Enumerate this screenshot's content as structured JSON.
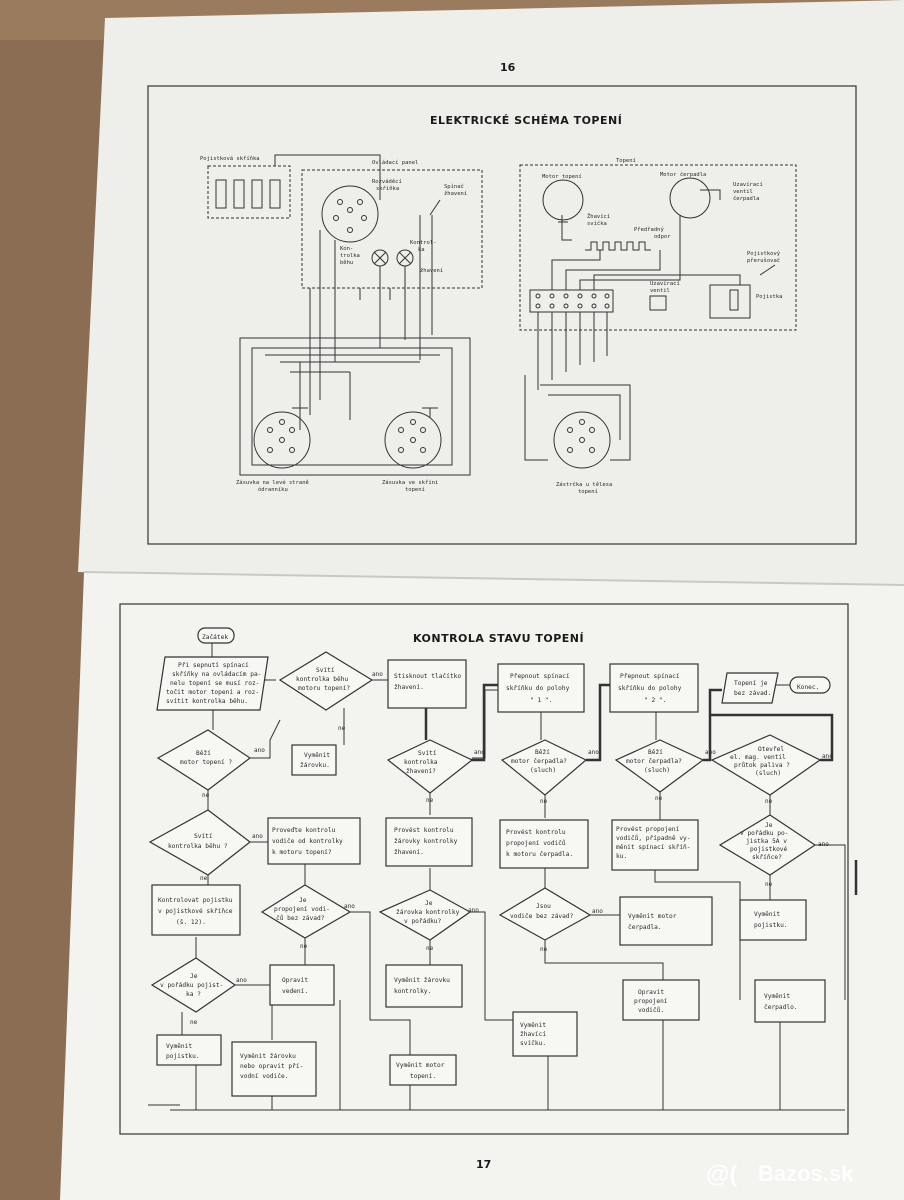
{
  "top_page": {
    "page_number": "16",
    "title": "ELEKTRICKÉ SCHÉMA TOPENÍ",
    "left_schema": {
      "labels": [
        {
          "id": "fuse-box",
          "lines": [
            "Pojistková skříňka"
          ]
        },
        {
          "id": "panel",
          "lines": [
            "Ovládací panel"
          ]
        },
        {
          "id": "switch-box",
          "lines": [
            "Rozváděcí",
            "skříňka"
          ]
        },
        {
          "id": "glow-switch",
          "lines": [
            "Spínač",
            "žhavení"
          ]
        },
        {
          "id": "run-lamp",
          "lines": [
            "Kon-",
            "trolka",
            "běhu"
          ]
        },
        {
          "id": "glow-lamp",
          "lines": [
            "Kontrol-",
            "ka",
            "žhavení"
          ]
        },
        {
          "id": "left-socket",
          "lines": [
            "Zásuvka na levé straně",
            "ódranníku"
          ]
        },
        {
          "id": "box-socket",
          "lines": [
            "Zásuvka ve skříni",
            "topení"
          ]
        }
      ]
    },
    "right_schema": {
      "labels": [
        {
          "id": "heater",
          "lines": [
            "Topení"
          ]
        },
        {
          "id": "heater-motor",
          "lines": [
            "Motor topení"
          ]
        },
        {
          "id": "pump-motor",
          "lines": [
            "Motor čerpadla"
          ]
        },
        {
          "id": "pump-valve",
          "lines": [
            "Uzavírací",
            "ventil",
            "čerpadla"
          ]
        },
        {
          "id": "glow-plug",
          "lines": [
            "Žhavící",
            "svíčka"
          ]
        },
        {
          "id": "series-resistor",
          "lines": [
            "Předřadný",
            "odpor"
          ]
        },
        {
          "id": "fuse-switch",
          "lines": [
            "Pojistkový",
            "přerušovač"
          ]
        },
        {
          "id": "closing-valve",
          "lines": [
            "Uzavírací",
            "ventil"
          ]
        },
        {
          "id": "fuse",
          "lines": [
            "Pojistka"
          ]
        },
        {
          "id": "plug",
          "lines": [
            "Zástrčka u tělesa",
            "topení"
          ]
        }
      ]
    }
  },
  "bottom_page": {
    "page_number": "17",
    "title": "KONTROLA STAVU TOPENÍ",
    "flow": {
      "start": "Začátek",
      "end": "Konec.",
      "yes": "ano",
      "no": "ne",
      "steps": [
        {
          "id": "s1",
          "lines": [
            "Při sepnutí spínací",
            "skříňky na ovládacím pa-",
            "nelu topení se musí roz-",
            "točit motor topení a roz-",
            "svítit kontrolka běhu."
          ]
        },
        {
          "id": "d-run-light",
          "lines": [
            "Svítí",
            "kontrolka běhu",
            "motoru topení?"
          ]
        },
        {
          "id": "a-press",
          "lines": [
            "Stisknout tlačítko",
            "žhavení."
          ]
        },
        {
          "id": "a-switch1",
          "lines": [
            "Přepnout spínací",
            "skříňku do polohy",
            "\" 1 \"."
          ]
        },
        {
          "id": "a-switch2",
          "lines": [
            "Přepnout spínací",
            "skříňku do polohy",
            "\" 2 \"."
          ]
        },
        {
          "id": "a-heat-ok",
          "lines": [
            "Topení je",
            "bez závad."
          ]
        },
        {
          "id": "d-motor-run",
          "lines": [
            "Běží",
            "motor topení ?"
          ]
        },
        {
          "id": "a-replace-bulb1",
          "lines": [
            "Vyměnit",
            "žárovku."
          ]
        },
        {
          "id": "d-glow-light",
          "lines": [
            "Svítí",
            "kontrolka",
            "žhavení?"
          ]
        },
        {
          "id": "d-pump-run1",
          "lines": [
            "Běží",
            "motor čerpadla?",
            "(sluch)"
          ]
        },
        {
          "id": "d-pump-run2",
          "lines": [
            "Běží",
            "motor čerpadla?",
            "(sluch)"
          ]
        },
        {
          "id": "d-valve",
          "lines": [
            "Otevřel",
            "el. mag. ventil",
            "průtok paliva ?",
            "(sluch)"
          ]
        },
        {
          "id": "d-run-lamp",
          "lines": [
            "Svítí",
            "kontrolka běhu ?"
          ]
        },
        {
          "id": "a-check-wires",
          "lines": [
            "Proveďte kontrolu",
            "vodiče od kontrolky",
            "k motoru topení?"
          ]
        },
        {
          "id": "a-check-glow",
          "lines": [
            "Provést kontrolu",
            "žárovky kontrolky",
            "žhavení."
          ]
        },
        {
          "id": "a-check-pump",
          "lines": [
            "Provést kontrolu",
            "propojení vodičů",
            "k motoru čerpadla."
          ]
        },
        {
          "id": "a-check-switch",
          "lines": [
            "Provést propojení",
            "vodičů, případně vy-",
            "měnit spínací skříň-",
            "ku."
          ]
        },
        {
          "id": "d-fuse-ok",
          "lines": [
            "Je",
            "v pořádku po-",
            "jistka 5A v",
            "pojistkové",
            "skříňce?"
          ]
        },
        {
          "id": "a-check-fuse",
          "lines": [
            "Kontrolovat pojistku",
            "v pojistkové skříňce",
            "(š. 12)."
          ]
        },
        {
          "id": "d-wires-ok",
          "lines": [
            "Je",
            "propojení vodi-",
            "čů bez závad?"
          ]
        },
        {
          "id": "d-bulb-ok",
          "lines": [
            "Je",
            "žárovka kontrolky",
            "v pořádku?"
          ]
        },
        {
          "id": "d-wires-ok2",
          "lines": [
            "Jsou",
            "vodiče bez závad?"
          ]
        },
        {
          "id": "a-replace-pump",
          "lines": [
            "Vyměnit motor",
            "čerpadla."
          ]
        },
        {
          "id": "a-replace-fuse2",
          "lines": [
            "Vyměnit",
            "pojistku."
          ]
        },
        {
          "id": "d-fuse-ok2",
          "lines": [
            "Je",
            "v pořádku pojist-",
            "ka ?"
          ]
        },
        {
          "id": "a-fix-wiring",
          "lines": [
            "Opravit",
            "vedení."
          ]
        },
        {
          "id": "a-replace-bulb2",
          "lines": [
            "Vyměnit žárovku",
            "kontrolky."
          ]
        },
        {
          "id": "a-fix-wires2",
          "lines": [
            "Opravit",
            "propojení",
            "vodičů."
          ]
        },
        {
          "id": "a-replace-pump2",
          "lines": [
            "Vyměnit",
            "čerpadlo."
          ]
        },
        {
          "id": "a-replace-glowplug",
          "lines": [
            "Vyměnit",
            "žhavící",
            "svíčku."
          ]
        },
        {
          "id": "a-replace-fuse1",
          "lines": [
            "Vyměnit",
            "pojistku."
          ]
        },
        {
          "id": "a-replace-bulb3",
          "lines": [
            "Vyměnit žárovku",
            "nebo opravit pří-",
            "vodní vodiče."
          ]
        },
        {
          "id": "a-replace-motor",
          "lines": [
            "Vyměnit motor",
            "topení."
          ]
        }
      ]
    }
  },
  "watermark": {
    "text": "Bazos.sk",
    "symbol": "@("
  }
}
